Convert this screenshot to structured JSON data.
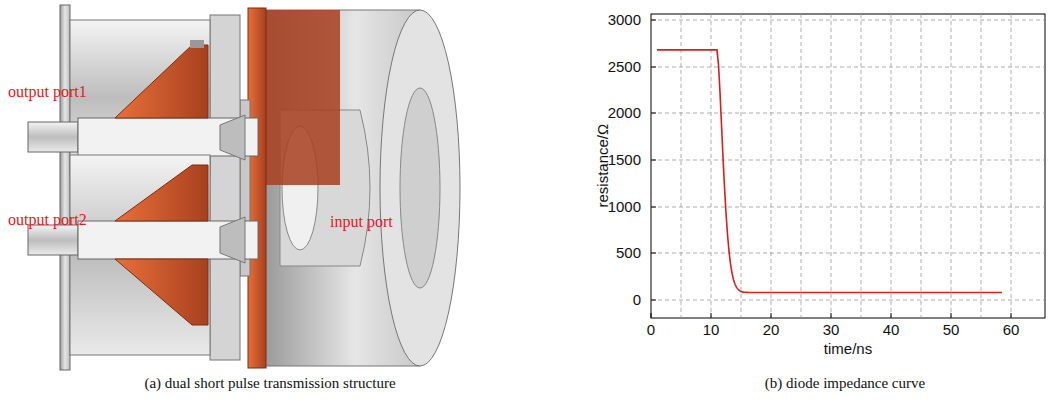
{
  "diagram": {
    "labels": [
      "output port1",
      "output port2",
      "input port",
      "(a) dual short pulse transmission structure",
      "3000",
      "2500",
      "2000",
      "1500",
      "1000",
      "500",
      "0",
      "resistance/Ω",
      "0",
      "10",
      "20",
      "30",
      "40",
      "50",
      "60",
      "time/ns",
      "(b) diode impedance curve"
    ]
  }
}
